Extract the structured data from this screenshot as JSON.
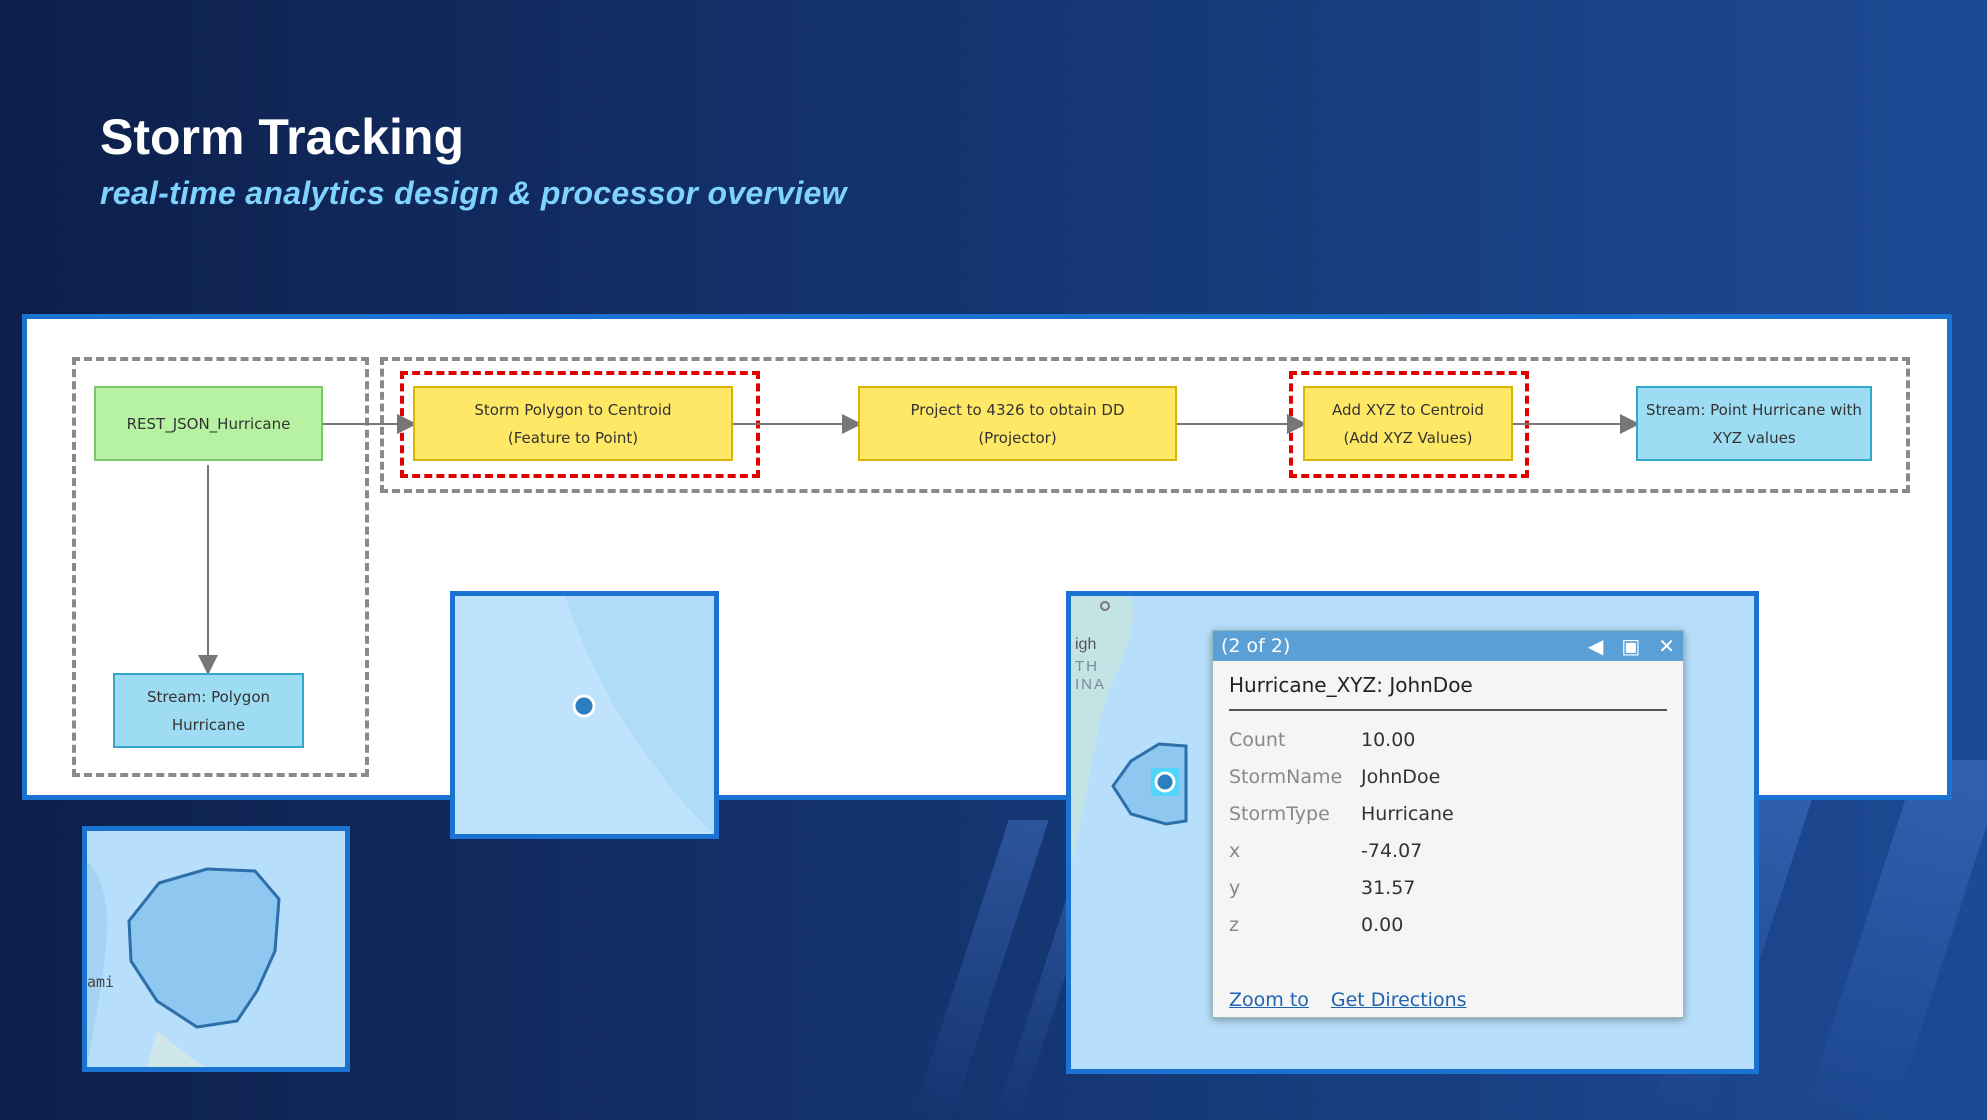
{
  "slide": {
    "title": "Storm Tracking",
    "subtitle": "real-time analytics design & processor overview"
  },
  "flow": {
    "nodes": {
      "source": "REST_JSON_Hurricane",
      "centroid": "Storm Polygon to Centroid\n(Feature to Point)",
      "project": "Project to 4326 to obtain DD\n(Projector)",
      "addxyz": "Add XYZ to Centroid\n(Add XYZ Values)",
      "stream_point": "Stream: Point Hurricane with\nXYZ values",
      "stream_polygon": "Stream: Polygon\nHurricane"
    }
  },
  "map_labels": {
    "left_map": "ami",
    "right_map_1": "igh",
    "right_map_2": "TH",
    "right_map_3": "INA"
  },
  "popup": {
    "header": "(2 of 2)",
    "title": "Hurricane_XYZ: JohnDoe",
    "fields": [
      {
        "key": "Count",
        "value": "10.00"
      },
      {
        "key": "StormName",
        "value": "JohnDoe"
      },
      {
        "key": "StormType",
        "value": "Hurricane"
      },
      {
        "key": "x",
        "value": "-74.07"
      },
      {
        "key": "y",
        "value": "31.57"
      },
      {
        "key": "z",
        "value": "0.00"
      }
    ],
    "links": {
      "zoom": "Zoom to",
      "directions": "Get Directions"
    }
  },
  "colors": {
    "accent": "#1a73d1",
    "subtitle": "#7fd3ff",
    "node_green": "#b6f2a1",
    "node_yellow": "#ffe866",
    "node_cyan": "#9ddcf2",
    "highlight_red": "#e00000"
  }
}
